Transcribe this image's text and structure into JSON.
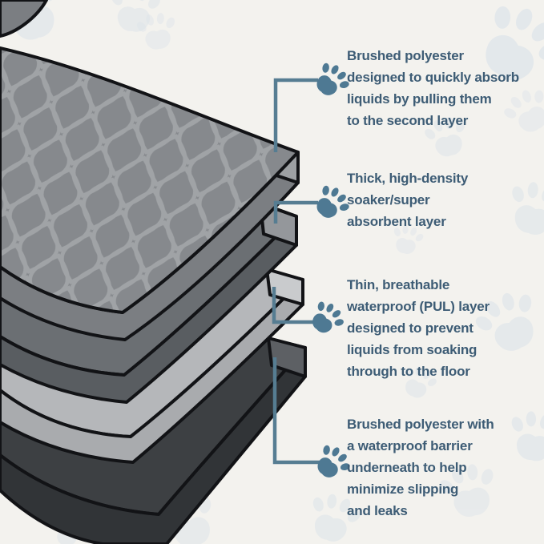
{
  "annotations": [
    {
      "text": "Brushed polyester\ndesigned to quickly absorb\nliquids by pulling them\nto the second layer"
    },
    {
      "text": "Thick, high-density\nsoaker/super\nabsorbent layer"
    },
    {
      "text": "Thin, breathable\nwaterproof (PUL) layer\ndesigned to prevent\nliquids from soaking\nthrough to the floor"
    },
    {
      "text": "Brushed polyester with\na waterproof barrier\nunderneath to help\nminimize slipping\nand leaks"
    }
  ],
  "icons": {
    "annotation_marker": "paw-icon",
    "background_motif": "paw-print-icon"
  },
  "colors": {
    "background": "#f3f2ee",
    "text": "#3d5c75",
    "connector": "#567d92",
    "paw_accent": "#4e7993",
    "paw_background": "#dde4ea",
    "outline": "#121316",
    "layer1_top": "#86898d",
    "layer1_pattern": "#a0a3a6",
    "layer1_front": "#7b7e82",
    "layer1_edge": "#9da0a3",
    "layer1_fold": "#7b7e82",
    "layer2_top": "#6b6f73",
    "layer2_front": "#595d61",
    "layer2_edge": "#94979b",
    "layer3_top": "#b5b7ba",
    "layer3_front": "#a9abae",
    "layer3_edge": "#c9cbcd",
    "layer4_top": "#3d4043",
    "layer4_front": "#313437",
    "layer4_edge": "#5d6064"
  }
}
